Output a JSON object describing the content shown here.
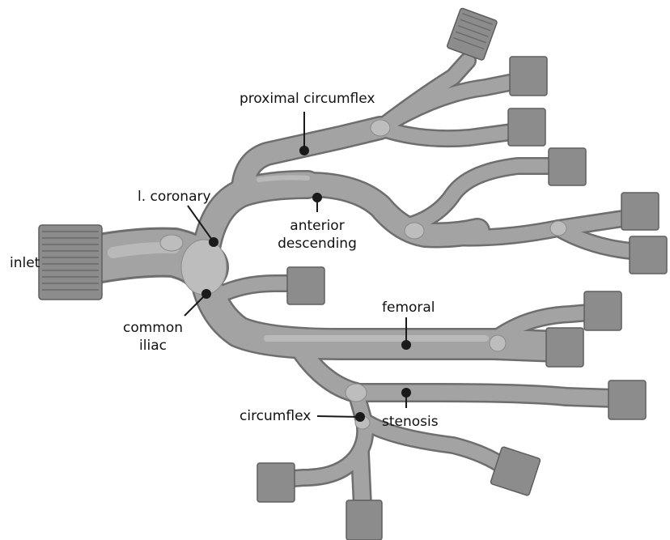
{
  "labels": {
    "inlet": "inlet",
    "proximal_circumflex": "proximal circumflex",
    "l_coronary": "l. coronary",
    "anterior_descending": [
      "anterior",
      "descending"
    ],
    "common_iliac": [
      "common",
      "iliac"
    ],
    "femoral": "femoral",
    "circumflex": "circumflex",
    "stenosis": "stenosis"
  },
  "colors": {
    "background": "#ffffff",
    "vessel": "#a3a3a3",
    "vessel_outline": "#6e6e6e",
    "connector": "#8c8c8c",
    "marker": "#1a1a1a"
  }
}
